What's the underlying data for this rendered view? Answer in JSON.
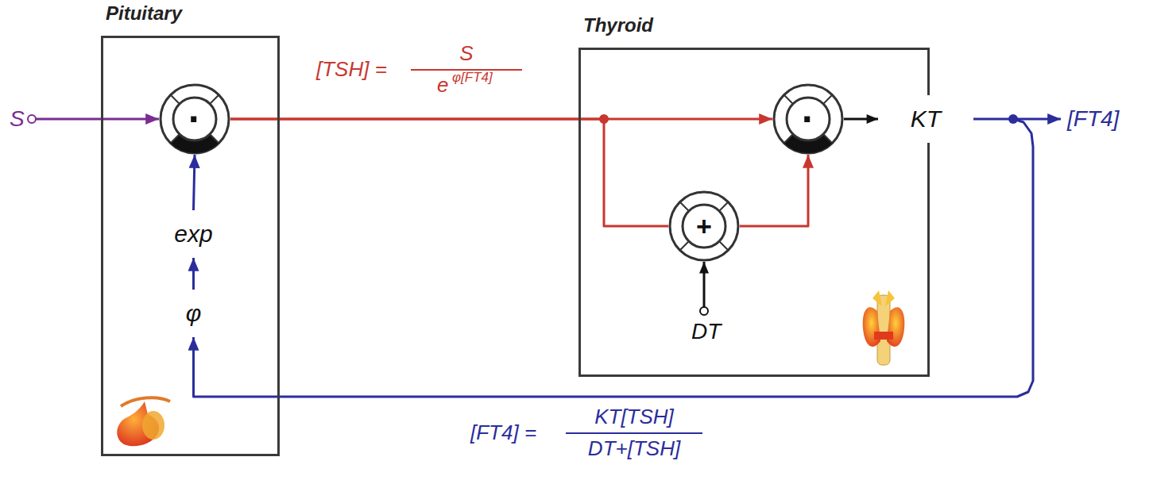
{
  "diagram": {
    "nodes": [
      {
        "text": [
          "Pituitary"
        ]
      },
      {
        "text": [
          "·"
        ],
        "in": 0
      },
      {
        "text": [
          "exp"
        ],
        "in": 0
      },
      {
        "text": [
          "φ"
        ],
        "in": 0
      },
      {
        "text": [
          "Thyroid"
        ]
      },
      {
        "text": [
          "·"
        ],
        "in": 4
      },
      {
        "text": [
          "+"
        ],
        "in": 4
      },
      {
        "text": [
          "KT"
        ],
        "in": 4
      }
    ],
    "edges": [
      {
        "from": 2,
        "to": 1,
        "arrow": "to"
      },
      {
        "from": 3,
        "to": 2,
        "arrow": "to"
      },
      {
        "from": 1,
        "to": 5,
        "arrow": "to"
      },
      {
        "from": 1,
        "to": 6,
        "arrow": "none"
      },
      {
        "from": 6,
        "to": 5,
        "arrow": "to"
      },
      {
        "from": 5,
        "to": 7,
        "arrow": "to"
      },
      {
        "from": 7,
        "to": 3,
        "arrow": "to"
      }
    ],
    "labels": [
      "[TSH] =",
      "S",
      "e",
      "φ[FT4]",
      "[FT4] =",
      "KT[TSH]",
      "DT+[TSH]",
      "S",
      "DT",
      "[FT4]"
    ]
  }
}
